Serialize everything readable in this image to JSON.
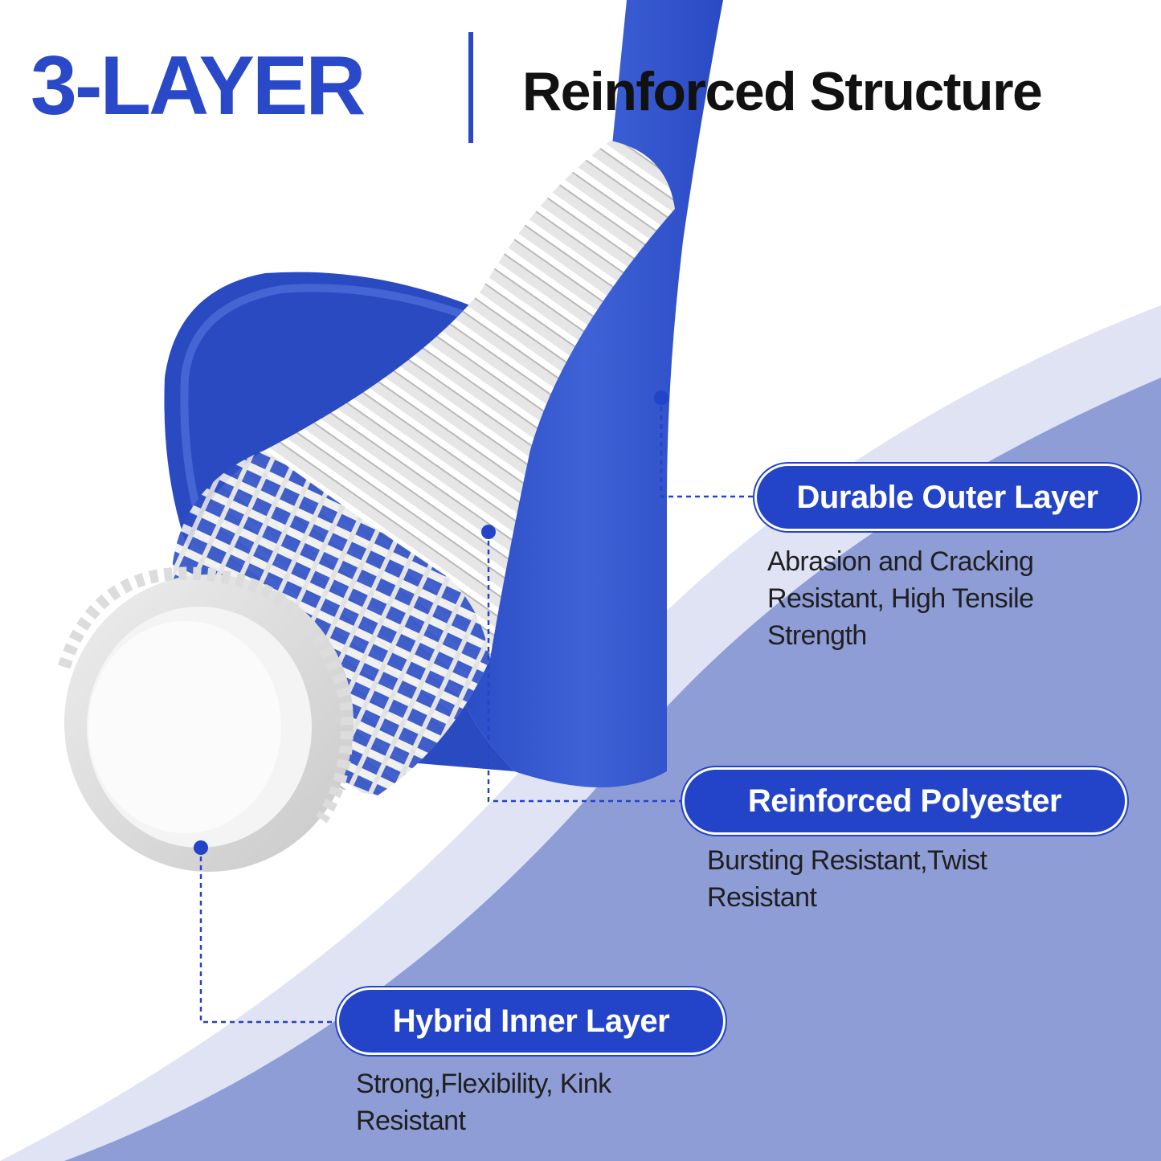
{
  "headline": {
    "main": "3-LAYER",
    "sub": "Reinforced Structure"
  },
  "colors": {
    "brand_blue": "#2a49c8",
    "hose_blue": "#2d4fc7",
    "background_lavender": "#8f9dd7",
    "text_dark": "#1f1f1f"
  },
  "layers": [
    {
      "title": "Durable Outer Layer",
      "description_lines": [
        "Abrasion and Cracking",
        "Resistant, High Tensile",
        "Strength"
      ]
    },
    {
      "title": "Reinforced Polyester",
      "description_lines": [
        "Bursting Resistant,Twist",
        "Resistant"
      ]
    },
    {
      "title": "Hybrid Inner Layer",
      "description_lines": [
        "Strong,Flexibility, Kink",
        "Resistant"
      ]
    }
  ]
}
